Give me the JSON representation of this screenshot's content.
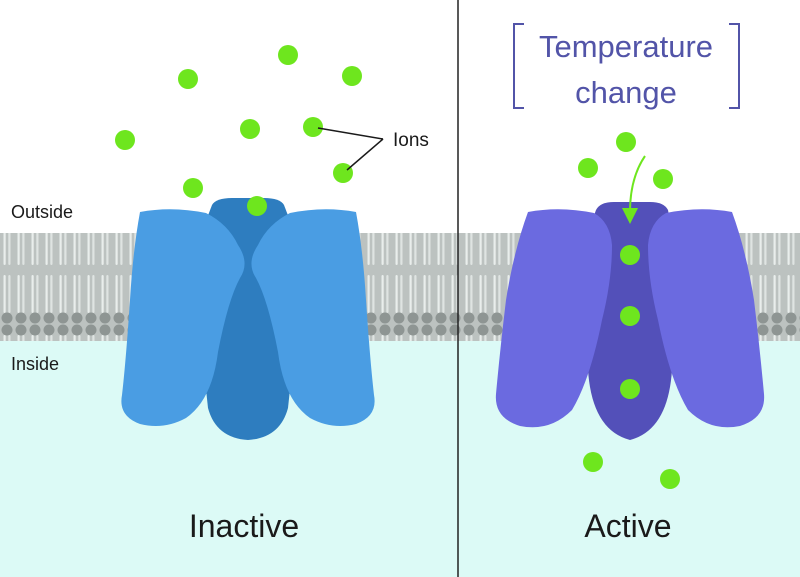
{
  "labels": {
    "outside": "Outside",
    "inside": "Inside",
    "ions": "Ions",
    "temperature_line1": "Temperature",
    "temperature_line2": "change",
    "inactive": "Inactive",
    "active": "Active"
  },
  "colors": {
    "outside_bg": "#ffffff",
    "inside_bg": "#dcfaf6",
    "ion": "#6ee61e",
    "inactive_side": "#4a9de3",
    "inactive_core": "#2e7dbf",
    "active_side": "#6b6ae0",
    "active_core": "#5350b9",
    "temperature_text": "#5254a8",
    "membrane": "#a9afad"
  }
}
